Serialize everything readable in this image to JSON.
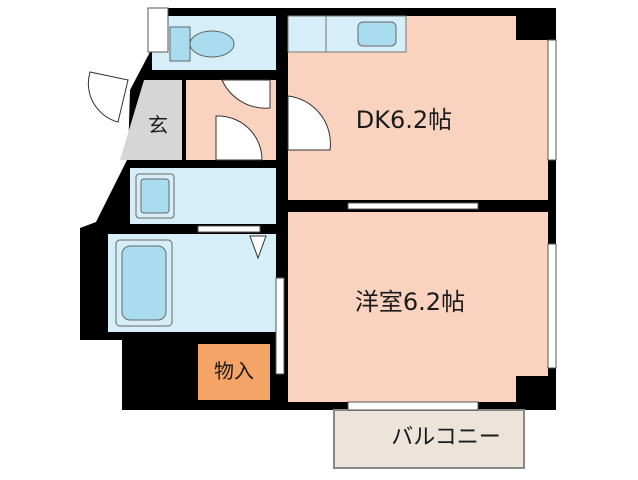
{
  "rooms": {
    "dk": "DK6.2帖",
    "western": "洋室6.2帖",
    "entrance": "玄",
    "storage": "物入",
    "balcony": "バルコニー"
  },
  "colors": {
    "room": "#f9d3c0",
    "wet_area": "#d6eef8",
    "fixture": "#a9dcef",
    "storage": "#f5a468",
    "balcony": "#ece4da",
    "entrance": "#d6d6d6",
    "wall": "#000000"
  }
}
